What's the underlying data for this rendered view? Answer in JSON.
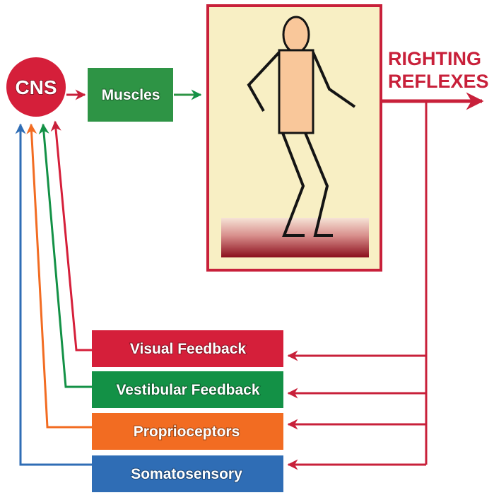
{
  "colors": {
    "cns": "#D51F3A",
    "muscles": "#2E9445",
    "visual": "#D51F3A",
    "vestibular": "#139146",
    "proprioceptors": "#F26C22",
    "somatosensory": "#2F6DB5",
    "frame_border": "#C8203A",
    "frame_fill": "#F8EFC4",
    "body_fill": "#F9C79A",
    "figure_stroke": "#141414",
    "ground_top": "#F6E3D6",
    "ground_bottom": "#8B0E1C",
    "reflex_text": "#C8203A"
  },
  "diagram": {
    "cns_label": "CNS",
    "muscles_label": "Muscles",
    "reflex_label_line1": "RIGHTING",
    "reflex_label_line2": "REFLEXES",
    "feedback": [
      {
        "id": "visual",
        "label": "Visual Feedback"
      },
      {
        "id": "vestibular",
        "label": "Vestibular Feedback"
      },
      {
        "id": "proprioceptors",
        "label": "Proprioceptors"
      },
      {
        "id": "somatosensory",
        "label": "Somatosensory"
      }
    ]
  }
}
